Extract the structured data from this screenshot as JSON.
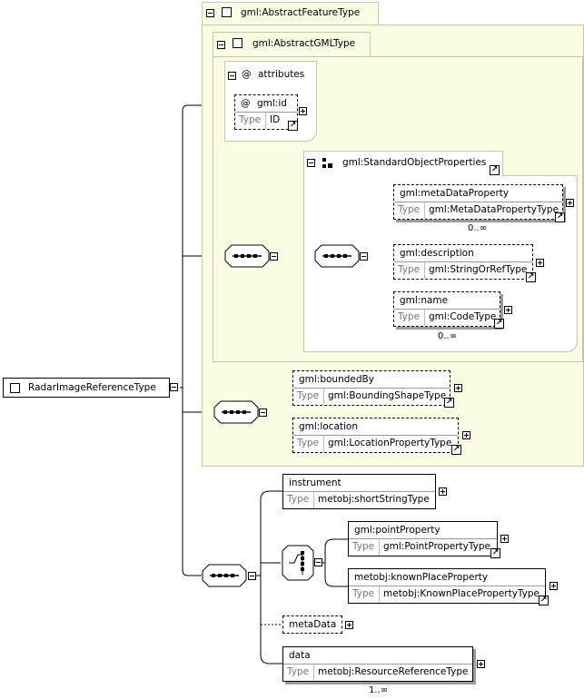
{
  "root": {
    "label": "RadarImageReferenceType"
  },
  "abstract_feature": {
    "label": "gml:AbstractFeatureType"
  },
  "abstract_gml": {
    "label": "gml:AbstractGMLType"
  },
  "attributes": {
    "label": "attributes",
    "at_symbol": "@",
    "id_attr": {
      "name": "gml:id",
      "type_label": "Type",
      "type": "ID"
    }
  },
  "standard_object_properties": {
    "label": "gml:StandardObjectProperties"
  },
  "elements": {
    "metaDataProperty": {
      "name": "gml:metaDataProperty",
      "type_label": "Type",
      "type": "gml:MetaDataPropertyType",
      "mult": "0..∞"
    },
    "description": {
      "name": "gml:description",
      "type_label": "Type",
      "type": "gml:StringOrRefType"
    },
    "name": {
      "name": "gml:name",
      "type_label": "Type",
      "type": "gml:CodeType",
      "mult": "0..∞"
    },
    "boundedBy": {
      "name": "gml:boundedBy",
      "type_label": "Type",
      "type": "gml:BoundingShapeType"
    },
    "location": {
      "name": "gml:location",
      "type_label": "Type",
      "type": "gml:LocationPropertyType"
    },
    "instrument": {
      "name": "instrument",
      "type_label": "Type",
      "type": "metobj:shortStringType"
    },
    "pointProperty": {
      "name": "gml:pointProperty",
      "type_label": "Type",
      "type": "gml:PointPropertyType"
    },
    "knownPlaceProperty": {
      "name": "metobj:knownPlaceProperty",
      "type_label": "Type",
      "type": "metobj:KnownPlacePropertyType"
    },
    "metaData": {
      "name": "metaData"
    },
    "data": {
      "name": "data",
      "type_label": "Type",
      "type": "metobj:ResourceReferenceType",
      "mult": "1..∞"
    }
  },
  "colors": {
    "panel_fill": "#fcfbe3",
    "panel_border": "#c9c6a3",
    "line": "#000000",
    "type_label": "#777777"
  }
}
